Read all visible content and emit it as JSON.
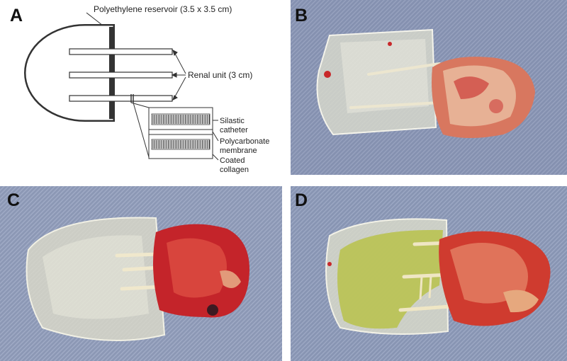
{
  "figure": {
    "panels": [
      {
        "letter": "A"
      },
      {
        "letter": "B"
      },
      {
        "letter": "C"
      },
      {
        "letter": "D"
      }
    ],
    "schematic": {
      "reservoir_label": "Polyethylene reservoir (3.5 x 3.5 cm)",
      "renal_unit_label": "Renal unit (3 cm)",
      "layer_labels": {
        "catheter_line1": "Silastic",
        "catheter_line2": "catheter",
        "membrane_line1": "Polycarbonate",
        "membrane_line2": "membrane",
        "collagen_line1": "Coated",
        "collagen_line2": "collagen"
      }
    },
    "colors": {
      "cloth": "#8591b0",
      "tissue": "#c8282a",
      "tissue_pale": "#e2a88a",
      "device": "#e6e4d6",
      "yellow_fluid": "#b9c24a"
    }
  }
}
